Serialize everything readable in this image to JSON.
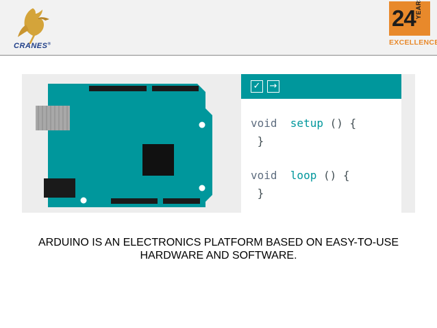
{
  "header": {
    "brand_name": "CRANES",
    "brand_mark": "®",
    "badge_number": "24",
    "badge_years": "YEARS",
    "badge_label": "EXCELLENCE"
  },
  "ide": {
    "verify_icon": "checkmark-icon",
    "upload_icon": "arrow-right-icon",
    "code_lines": [
      {
        "keyword": "void",
        "name": "setup",
        "tail": "() {"
      },
      {
        "closing": "}"
      },
      {
        "keyword": "void",
        "name": "loop",
        "tail": "() {"
      },
      {
        "closing": "}"
      }
    ]
  },
  "caption": "ARDUINO IS AN ELECTRONICS PLATFORM BASED ON EASY-TO-USE HARDWARE AND SOFTWARE.",
  "colors": {
    "board": "#00979c",
    "accent": "#e8892b",
    "brand": "#1f3e88"
  }
}
